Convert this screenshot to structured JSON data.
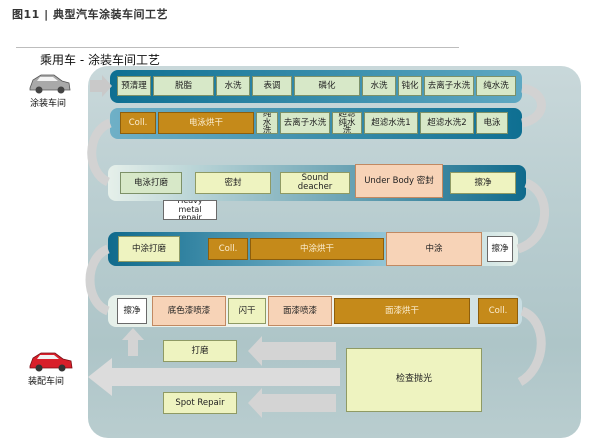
{
  "figure_title": "图11 | 典型汽车涂装车间工艺",
  "subtitle": "乘用车 - 涂装车间工艺",
  "side_labels": {
    "paint_shop": "涂装车间",
    "assembly_shop": "装配车间"
  },
  "car_colors": {
    "paint_shop_car": "#a9a9a9",
    "assembly_car": "#d81f2a"
  },
  "colors": {
    "panel": "#b7cccf",
    "lane_dark": "#0f6a8c",
    "lane_light": "#e8f2ec",
    "arrow": "#d4d4d4",
    "green_box": "#d7e8c8",
    "orange_box": "#c58a1a",
    "peach_box": "#f7d3b7",
    "yellow_box": "#eef3c0",
    "white_box": "#ffffff"
  },
  "row1": [
    "预清理",
    "脱脂",
    "水洗",
    "表调",
    "磷化",
    "水洗",
    "钝化",
    "去离子水洗",
    "纯水洗"
  ],
  "row2": [
    "Coll.",
    "电泳烘干",
    "纯水洗",
    "去离子水洗",
    "超滤纯水洗",
    "超滤水洗1",
    "超滤水洗2",
    "电泳"
  ],
  "row3": [
    "电泳打磨",
    "密封",
    "Sound deacher",
    "Under Body 密封",
    "擦净"
  ],
  "row3_note": "Heavy metal repair",
  "row4": [
    "中涂打磨",
    "Coll.",
    "中涂烘干",
    "中涂",
    "擦净"
  ],
  "row5": [
    "擦净",
    "底色漆喷漆",
    "闪干",
    "面漆喷漆",
    "面漆烘干",
    "Coll."
  ],
  "finishing": {
    "sanding": "打磨",
    "spot_repair": "Spot Repair",
    "inspection": "检查抛光"
  }
}
